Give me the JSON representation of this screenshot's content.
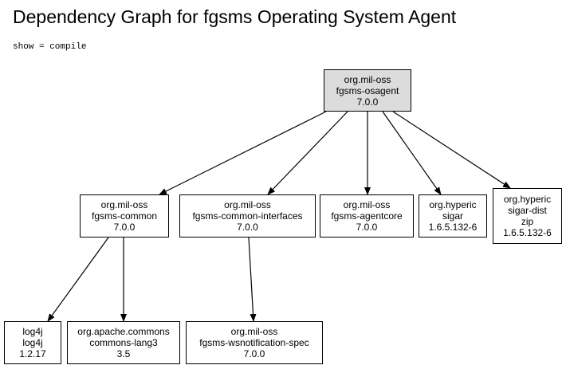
{
  "title": "Dependency Graph for fgsms Operating System Agent",
  "subtitle": "show = compile",
  "nodes": {
    "osagent": {
      "lines": [
        "org.mil-oss",
        "fgsms-osagent",
        "7.0.0"
      ]
    },
    "common": {
      "lines": [
        "org.mil-oss",
        "fgsms-common",
        "7.0.0"
      ]
    },
    "common_interfaces": {
      "lines": [
        "org.mil-oss",
        "fgsms-common-interfaces",
        "7.0.0"
      ]
    },
    "agentcore": {
      "lines": [
        "org.mil-oss",
        "fgsms-agentcore",
        "7.0.0"
      ]
    },
    "sigar": {
      "lines": [
        "org.hyperic",
        "sigar",
        "1.6.5.132-6"
      ]
    },
    "sigar_dist": {
      "lines": [
        "org.hyperic",
        "sigar-dist",
        "zip",
        "1.6.5.132-6"
      ]
    },
    "log4j": {
      "lines": [
        "log4j",
        "log4j",
        "1.2.17"
      ]
    },
    "commons_lang3": {
      "lines": [
        "org.apache.commons",
        "commons-lang3",
        "3.5"
      ]
    },
    "wsnotification": {
      "lines": [
        "org.mil-oss",
        "fgsms-wsnotification-spec",
        "7.0.0"
      ]
    }
  },
  "edges": [
    [
      "osagent",
      "common"
    ],
    [
      "osagent",
      "common_interfaces"
    ],
    [
      "osagent",
      "agentcore"
    ],
    [
      "osagent",
      "sigar"
    ],
    [
      "osagent",
      "sigar_dist"
    ],
    [
      "common",
      "log4j"
    ],
    [
      "common",
      "commons_lang3"
    ],
    [
      "common_interfaces",
      "wsnotification"
    ]
  ]
}
